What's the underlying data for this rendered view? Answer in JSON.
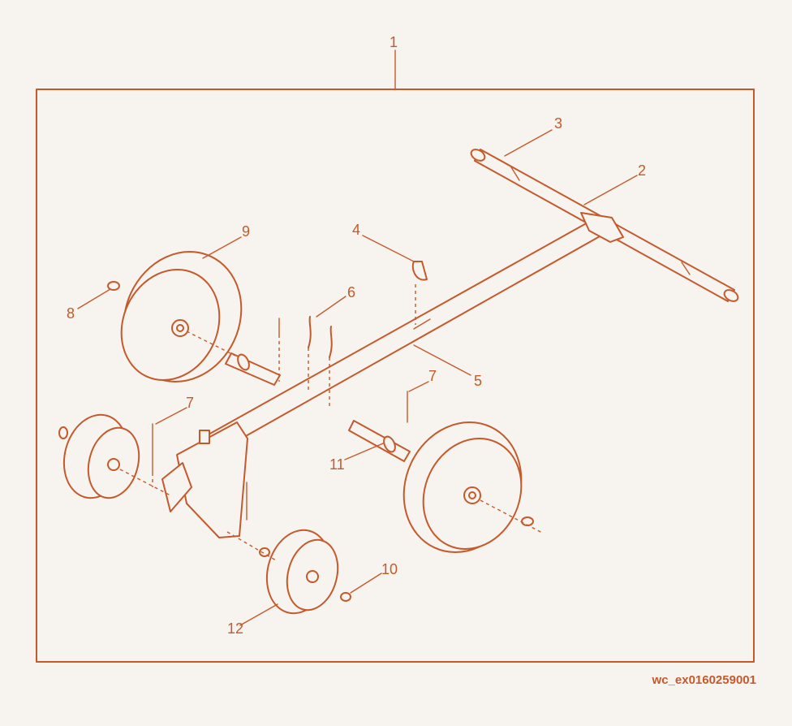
{
  "callouts": [
    {
      "id": "1",
      "text": "1"
    },
    {
      "id": "2",
      "text": "2"
    },
    {
      "id": "3",
      "text": "3"
    },
    {
      "id": "4",
      "text": "4"
    },
    {
      "id": "5",
      "text": "5"
    },
    {
      "id": "6",
      "text": "6"
    },
    {
      "id": "7a",
      "text": "7"
    },
    {
      "id": "7b",
      "text": "7"
    },
    {
      "id": "8",
      "text": "8"
    },
    {
      "id": "9",
      "text": "9"
    },
    {
      "id": "10",
      "text": "10"
    },
    {
      "id": "11",
      "text": "11"
    },
    {
      "id": "12",
      "text": "12"
    }
  ],
  "figure_code": "wc_ex0160259001",
  "colors": {
    "line": "#c45a2c",
    "background": "#f7f3ee"
  }
}
